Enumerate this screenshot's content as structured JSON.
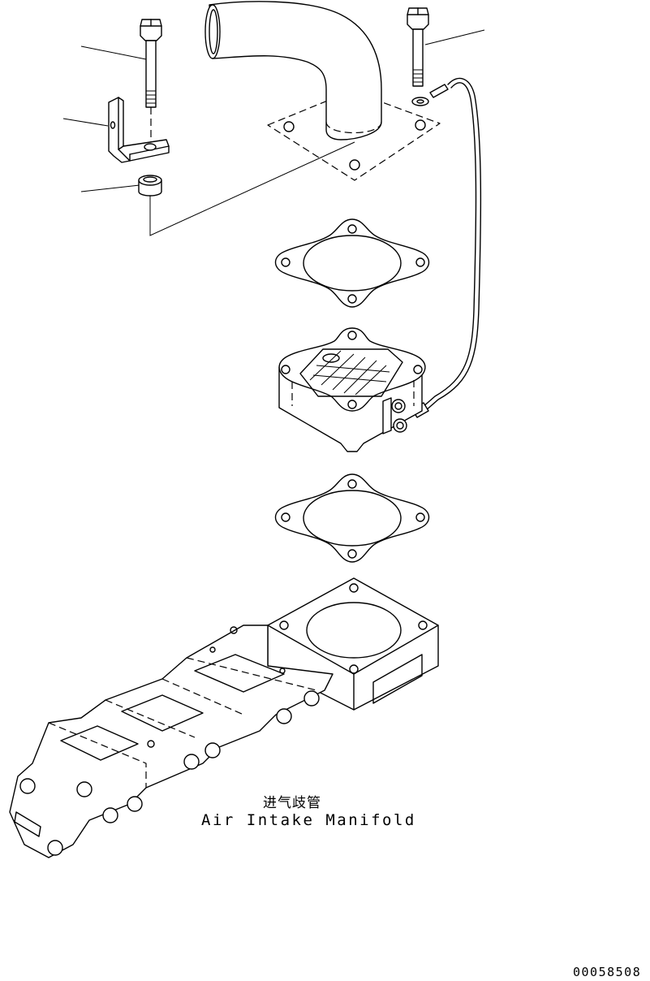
{
  "diagram": {
    "part_name_cn": "进气歧管",
    "part_name_en": "Air Intake Manifold",
    "drawing_number": "00058508"
  },
  "icons": [
    "bolt-icon",
    "bracket-icon",
    "spacer-icon",
    "elbow-pipe-icon",
    "gasket-icon",
    "heater-icon",
    "sensor-cable-icon",
    "manifold-icon"
  ]
}
